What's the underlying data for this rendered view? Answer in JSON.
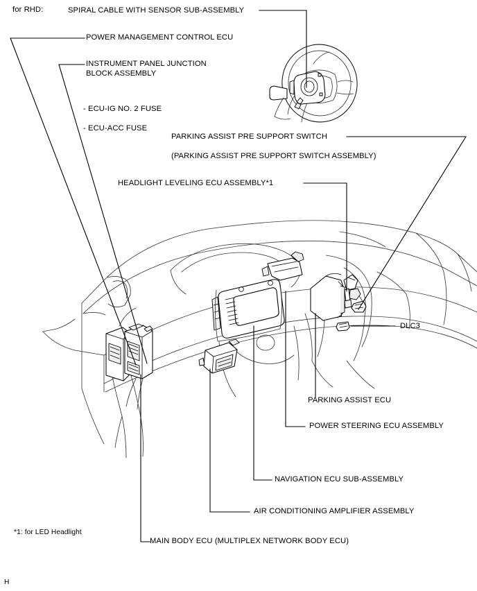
{
  "page": {
    "variant_note": "for RHD:",
    "footnote": "*1: for LED Headlight",
    "page_marker": "H"
  },
  "labels": {
    "spiral_cable": "SPIRAL CABLE WITH SENSOR SUB-ASSEMBLY",
    "power_management_ecu": "POWER MANAGEMENT CONTROL ECU",
    "instrument_panel_junction_line1": "INSTRUMENT PANEL JUNCTION",
    "instrument_panel_junction_line2": "BLOCK ASSEMBLY",
    "fuse_ecu_ig": "- ECU-IG NO. 2 FUSE",
    "fuse_ecu_acc": "- ECU-ACC FUSE",
    "parking_assist_switch": "PARKING ASSIST PRE SUPPORT SWITCH",
    "parking_assist_switch_alt": "(PARKING ASSIST PRE SUPPORT SWITCH ASSEMBLY)",
    "headlight_leveling_ecu": "HEADLIGHT LEVELING ECU ASSEMBLY*1",
    "dlc3": "DLC3",
    "parking_assist_ecu": "PARKING ASSIST ECU",
    "power_steering_ecu": "POWER STEERING ECU ASSEMBLY",
    "navigation_ecu": "NAVIGATION ECU SUB-ASSEMBLY",
    "air_conditioning_amplifier": "AIR CONDITIONING AMPLIFIER ASSEMBLY",
    "main_body_ecu": "MAIN BODY ECU (MULTIPLEX NETWORK BODY ECU)"
  },
  "colors": {
    "ink": "#000000",
    "drawing_line": "#3a3a3a",
    "background": "#ffffff"
  }
}
